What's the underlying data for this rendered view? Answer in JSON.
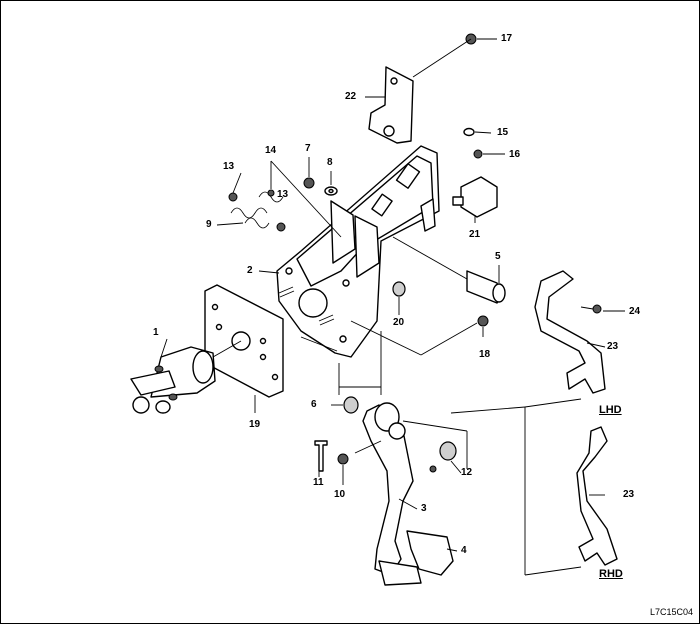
{
  "diagram": {
    "reference_code": "L7C15C04",
    "variants": {
      "lhd": "LHD",
      "rhd": "RHD"
    },
    "callouts": {
      "c1": "1",
      "c2": "2",
      "c3": "3",
      "c4": "4",
      "c5": "5",
      "c6": "6",
      "c7": "7",
      "c8": "8",
      "c9": "9",
      "c10": "10",
      "c11": "11",
      "c12": "12",
      "c13a": "13",
      "c13b": "13",
      "c14": "14",
      "c15": "15",
      "c16": "16",
      "c17": "17",
      "c18": "18",
      "c19": "19",
      "c20": "20",
      "c21": "21",
      "c22": "22",
      "c23a": "23",
      "c23b": "23",
      "c24": "24"
    }
  }
}
